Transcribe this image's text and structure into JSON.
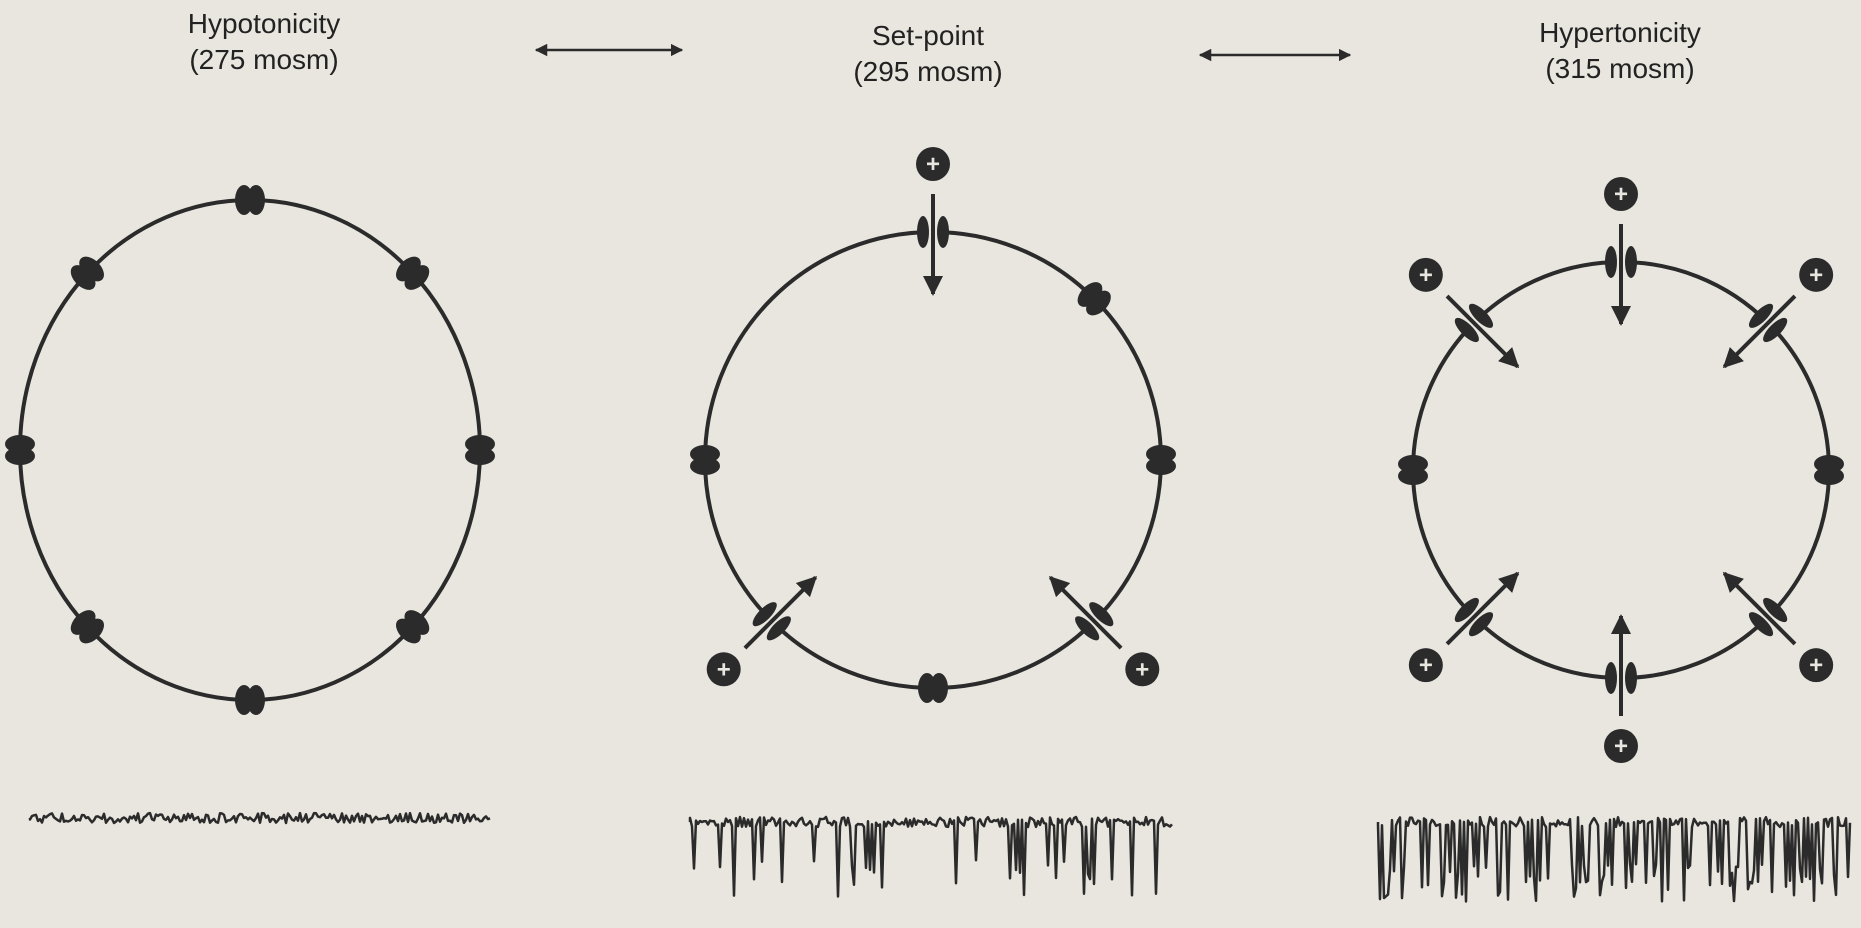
{
  "panels": [
    {
      "id": "hypotonicity",
      "title": "Hypotonicity",
      "value": "(275 mosm)"
    },
    {
      "id": "set-point",
      "title": "Set-point",
      "value": "(295 mosm)"
    },
    {
      "id": "hypertonicity",
      "title": "Hypertonicity",
      "value": "(315 mosm)"
    }
  ],
  "channel_symbol": "+",
  "ink_color": "#2b2b2b",
  "background_color": "#e9e6df"
}
